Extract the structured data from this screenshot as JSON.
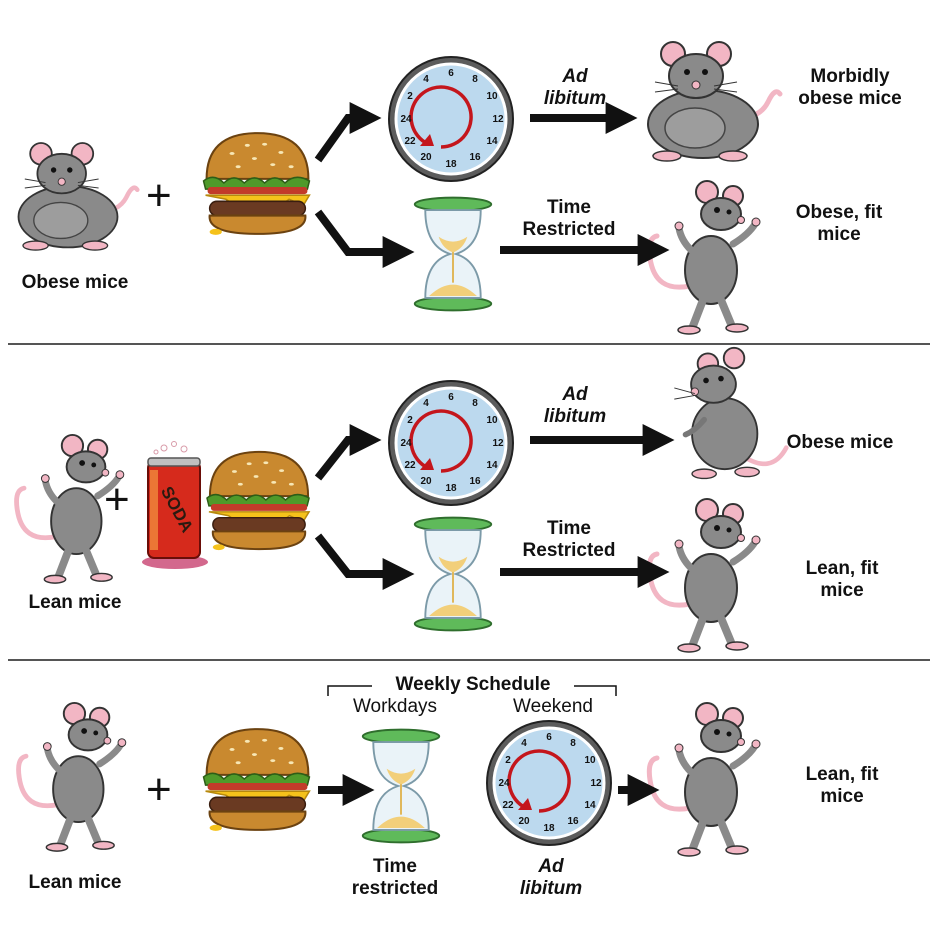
{
  "colors": {
    "mouse_body": "#8a8a8a",
    "mouse_pink": "#f2b6c4",
    "bun": "#c9892f",
    "lettuce": "#4f9a2a",
    "cheese": "#f5c21b",
    "patty": "#6a3a22",
    "clock_face": "#bcd9ee",
    "clock_rim": "#5c5c5c",
    "clock_arrow": "#c4161c",
    "hourglass_cap": "#5fba5a",
    "sand": "#f2cf7a",
    "soda_can": "#d62a1c",
    "divider": "#555555"
  },
  "icons": [
    "mouse-icon",
    "burger-icon",
    "soda-can-icon",
    "clock-icon",
    "hourglass-icon",
    "arrow-icon"
  ],
  "clock": {
    "numbers": [
      "6",
      "8",
      "10",
      "12",
      "14",
      "16",
      "18",
      "20",
      "22",
      "24",
      "2",
      "4"
    ]
  },
  "panels": [
    {
      "start_label": "Obese mice",
      "plus": "+",
      "outcomes": [
        {
          "condition": [
            "Ad",
            "libitum"
          ],
          "result": [
            "Morbidly",
            "obese mice"
          ]
        },
        {
          "condition": [
            "Time",
            "Restricted"
          ],
          "result": [
            "Obese, fit",
            "mice"
          ]
        }
      ]
    },
    {
      "start_label": "Lean mice",
      "plus": "+",
      "soda_text": "SODA",
      "outcomes": [
        {
          "condition": [
            "Ad",
            "libitum"
          ],
          "result": [
            "Obese mice"
          ]
        },
        {
          "condition": [
            "Time",
            "Restricted"
          ],
          "result": [
            "Lean, fit",
            "mice"
          ]
        }
      ]
    },
    {
      "start_label": "Lean mice",
      "plus": "+",
      "schedule_title": "Weekly Schedule",
      "workdays_label": "Workdays",
      "weekend_label": "Weekend",
      "hourglass_label": [
        "Time",
        "restricted"
      ],
      "clock_label": [
        "Ad",
        "libitum"
      ],
      "result": [
        "Lean, fit",
        "mice"
      ]
    }
  ]
}
